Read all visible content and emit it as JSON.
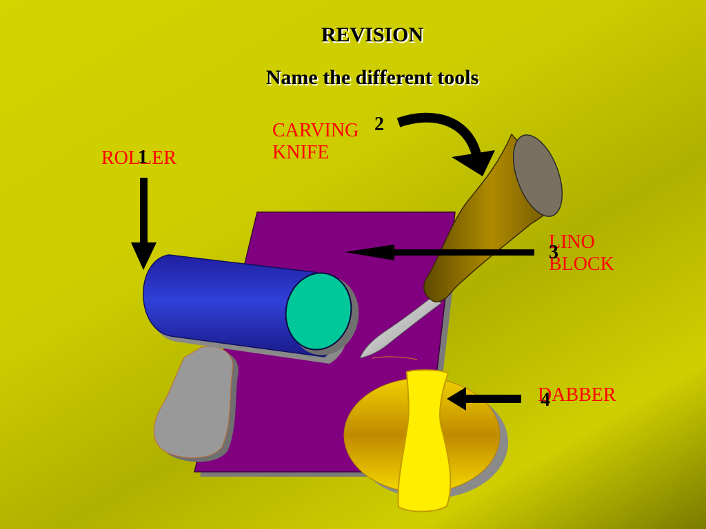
{
  "slide": {
    "title": "REVISION",
    "subtitle": "Name the different tools"
  },
  "labels": {
    "roller": "ROLLER",
    "carving_knife": "CARVING\nKNIFE",
    "lino_block": "LINO\nBLOCK",
    "dabber": "DABBER"
  },
  "numbers": {
    "n1": "1",
    "n2": "2",
    "n3": "3",
    "n4": "4"
  },
  "colors": {
    "background": "#cccc00",
    "label": "#ff0000",
    "lino_block": "#800080",
    "roller_body": "#2b3bc9",
    "roller_end": "#00c89a",
    "knife_handle": "#a07800",
    "dabber": "#e0b400"
  }
}
